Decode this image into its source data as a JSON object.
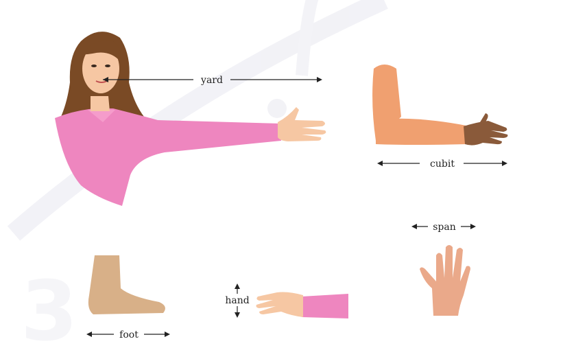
{
  "labels": {
    "yard": "yard",
    "cubit": "cubit",
    "span": "span",
    "foot": "foot",
    "hand": "hand"
  },
  "colors": {
    "shirt": "#ee86bf",
    "skin_light": "#f6c7a3",
    "skin_arm": "#f0a070",
    "skin_dark": "#8a5a3a",
    "hair": "#7a4a25",
    "foot": "#d8b088",
    "watermark": "#ececf3"
  }
}
